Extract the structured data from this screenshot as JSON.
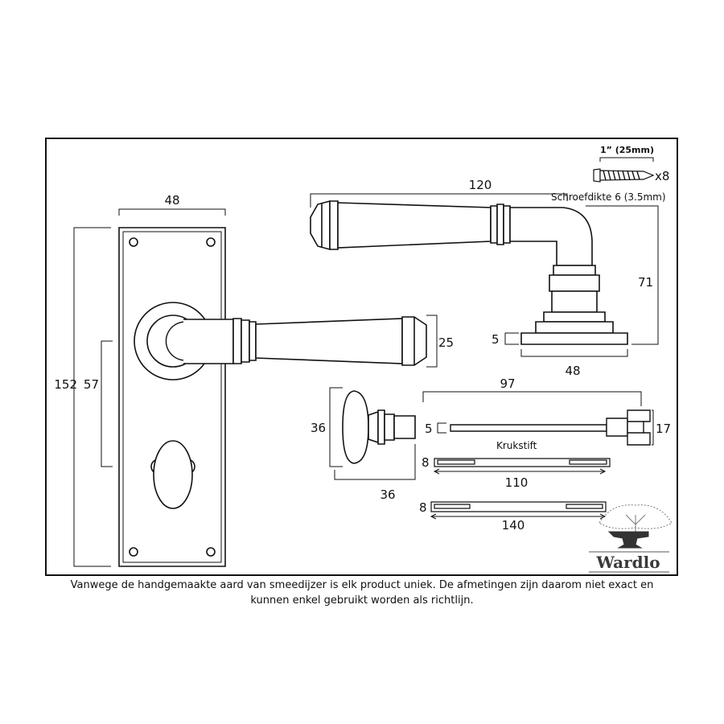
{
  "diagram": {
    "plate": {
      "width": "48",
      "height": "152",
      "centers": "57"
    },
    "lever": {
      "length": "120",
      "projection": "71",
      "rose_thickness": "5",
      "rose_diameter": "48",
      "grip": "25"
    },
    "screws": {
      "length": "1” (25mm)",
      "quantity": "x8",
      "gauge": "Schroefdikte 6 (3.5mm)"
    },
    "turn": {
      "height": "36",
      "depth": "36",
      "spindle_length": "97",
      "spindle_thickness": "5",
      "spindle_head": "17"
    },
    "spindles": {
      "label": "Krukstift",
      "short_width": "8",
      "short_length": "110",
      "long_width": "8",
      "long_length": "140"
    }
  },
  "brand": {
    "name": "Wardlo"
  },
  "footer": {
    "line1": "Vanwege de handgemaakte aard van smeedijzer is elk product uniek. De afmetingen zijn daarom niet exact en",
    "line2": "kunnen enkel gebruikt worden als richtlijn."
  },
  "colors": {
    "line": "#111111",
    "background": "#ffffff",
    "logo": "#3a3a3a"
  }
}
